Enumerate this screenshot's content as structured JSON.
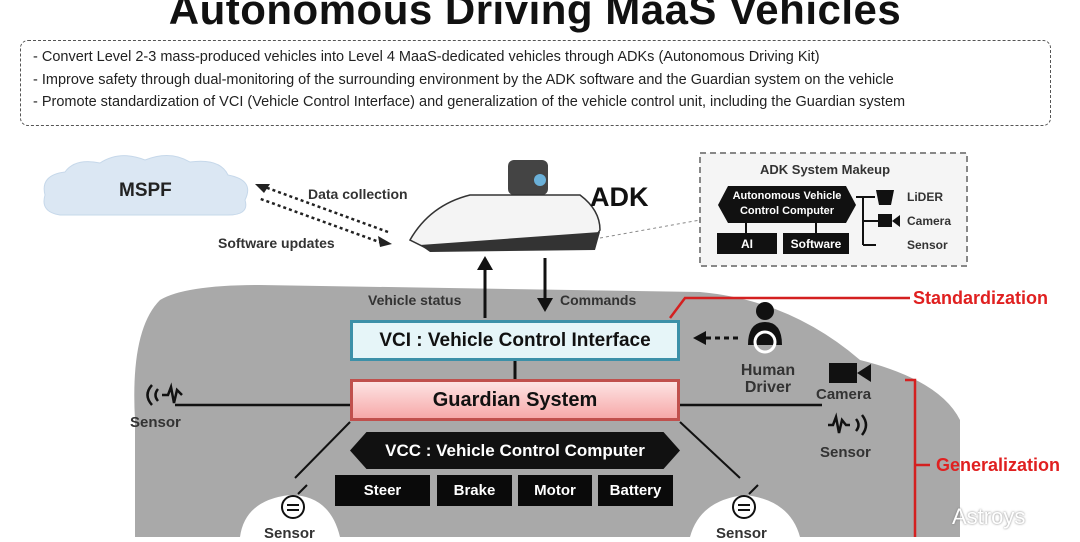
{
  "title": "Autonomous Driving MaaS Vehicles",
  "summary": [
    "- Convert Level 2-3 mass-produced vehicles into Level 4 MaaS-dedicated vehicles through ADKs (Autonomous Driving Kit)",
    "- Improve safety through dual-monitoring of the surrounding environment by the ADK software and the Guardian system on the vehicle",
    "- Promote standardization of VCI (Vehicle Control Interface) and generalization of the vehicle control unit, including the Guardian system"
  ],
  "cloud": "MSPF",
  "data_collection": "Data collection",
  "software_updates": "Software updates",
  "adk": "ADK",
  "adk_makeup": {
    "title": "ADK System Makeup",
    "computer": "Autonomous Vehicle Control Computer",
    "ai": "AI",
    "software": "Software",
    "lider": "LiDER",
    "camera": "Camera",
    "sensor": "Sensor"
  },
  "vehicle_status": "Vehicle status",
  "commands": "Commands",
  "vci": "VCI : Vehicle Control Interface",
  "guardian": "Guardian System",
  "vcc": "VCC : Vehicle Control Computer",
  "units": [
    "Steer",
    "Brake",
    "Motor",
    "Battery"
  ],
  "human_driver": [
    "Human",
    "Driver"
  ],
  "standardization": "Standardization",
  "generalization": "Generalization",
  "sensor": "Sensor",
  "camera": "Camera",
  "watermark": "Astroys"
}
